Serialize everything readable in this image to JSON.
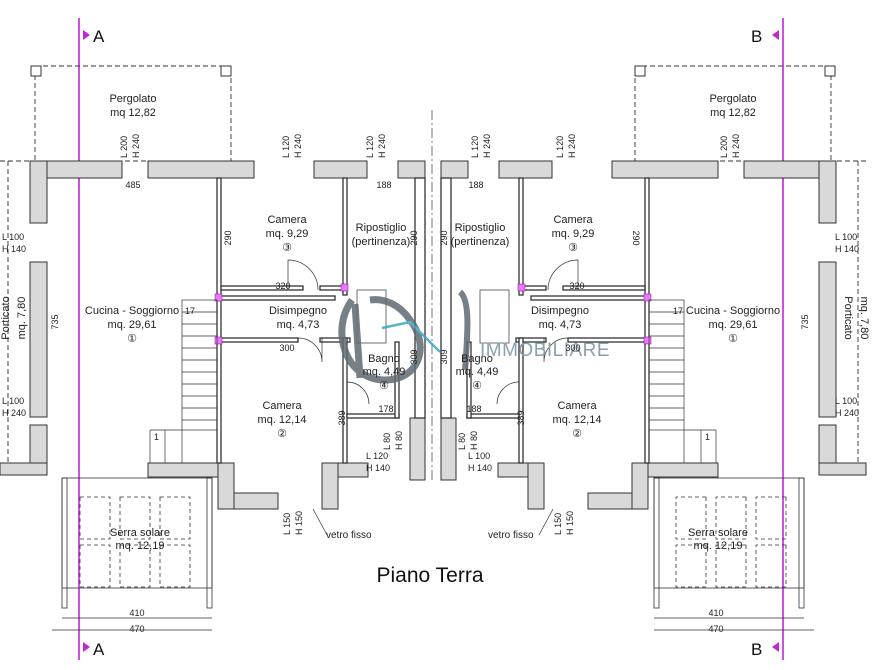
{
  "title": "Piano Terra",
  "section_labels": {
    "a_top": "A",
    "a_bottom": "A",
    "b_top": "B",
    "b_bottom": "B"
  },
  "watermark": "IMMOBILIARE",
  "left": {
    "pergolato": [
      "Pergolato",
      "mq 12,82"
    ],
    "porticato": [
      "Porticato",
      "mq. 7,80"
    ],
    "kitchen": [
      "Cucina - Soggiorno",
      "mq. 29,61",
      "①"
    ],
    "camera_top": [
      "Camera",
      "mq. 9,29",
      "③"
    ],
    "ripostiglio": [
      "Ripostiglio",
      "(pertinenza)"
    ],
    "disimpegno": [
      "Disimpegno",
      "mq. 4,73"
    ],
    "bagno": [
      "Bagno",
      "mq. 4,49",
      "④"
    ],
    "camera_bottom": [
      "Camera",
      "mq. 12,14",
      "②"
    ],
    "serra": [
      "Serra solare",
      "mq. 12,19"
    ],
    "vetro": "vetro fisso",
    "windows": {
      "w1": [
        "L 200",
        "H 240"
      ],
      "w2": [
        "L 120",
        "H 240"
      ],
      "w3": [
        "L 120",
        "H 240"
      ],
      "w4": [
        "L 100",
        "H 140"
      ],
      "w5": [
        "L 100",
        "H 240"
      ],
      "w6": [
        "L 80",
        "H 80"
      ],
      "w7": [
        "L 120",
        "H 140"
      ],
      "w8": [
        "L 150",
        "H 150"
      ]
    },
    "dims": {
      "d485": "485",
      "d188": "188",
      "d290a": "290",
      "d290b": "290",
      "d320": "320",
      "d300": "300",
      "d735": "735",
      "d309": "309",
      "d178": "178",
      "d389": "389",
      "d17": "17",
      "d1": "1",
      "d410": "410",
      "d470": "470"
    }
  },
  "right": {
    "pergolato": [
      "Pergolato",
      "mq 12,82"
    ],
    "porticato": [
      "Porticato",
      "mq. 7,80"
    ],
    "kitchen": [
      "Cucina - Soggiorno",
      "mq. 29,61",
      "①"
    ],
    "camera_top": [
      "Camera",
      "mq. 9,29",
      "③"
    ],
    "ripostiglio": [
      "Ripostiglio",
      "(pertinenza)"
    ],
    "disimpegno": [
      "Disimpegno",
      "mq. 4,73"
    ],
    "bagno": [
      "Bagno",
      "mq. 4,49",
      "④"
    ],
    "camera_bottom": [
      "Camera",
      "mq. 12,14",
      "②"
    ],
    "serra": [
      "Serra solare",
      "mq. 12,19"
    ],
    "vetro": "vetro fisso",
    "windows": {
      "w1": [
        "L 200",
        "H 240"
      ],
      "w2": [
        "L 120",
        "H 240"
      ],
      "w3": [
        "L 120",
        "H 240"
      ],
      "w4": [
        "L 100",
        "H 140"
      ],
      "w5": [
        "L 100",
        "H 240"
      ],
      "w6": [
        "L 80",
        "H 80"
      ],
      "w7": [
        "L 100",
        "H 140"
      ],
      "w8": [
        "L 150",
        "H 150"
      ]
    },
    "dims": {
      "d485": "",
      "d188": "188",
      "d290a": "290",
      "d290b": "290",
      "d320": "320",
      "d300": "300",
      "d735": "735",
      "d309": "309",
      "d178": "188",
      "d389": "389",
      "d17": "17",
      "d1": "1",
      "d410": "410",
      "d470": "470"
    }
  }
}
